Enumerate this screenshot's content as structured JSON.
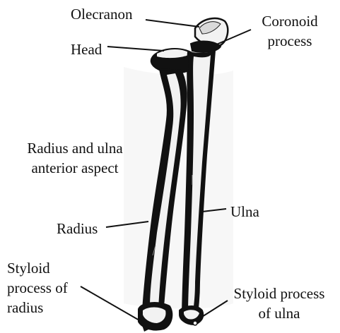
{
  "labels": {
    "olecranon": "Olecranon",
    "head": "Head",
    "coronoid_line1": "Coronoid",
    "coronoid_line2": "process",
    "caption_line1": "Radius and ulna",
    "caption_line2": "anterior aspect",
    "radius": "Radius",
    "ulna": "Ulna",
    "styloid_radius_line1": "Styloid",
    "styloid_radius_line2": "process of",
    "styloid_radius_line3": "radius",
    "styloid_ulna_line1": "Styloid process",
    "styloid_ulna_line2": "of ulna"
  },
  "colors": {
    "bone_fill": "#f2f2f2",
    "bone_shadow": "#111111",
    "leader_line": "#111111",
    "text": "#111111"
  }
}
